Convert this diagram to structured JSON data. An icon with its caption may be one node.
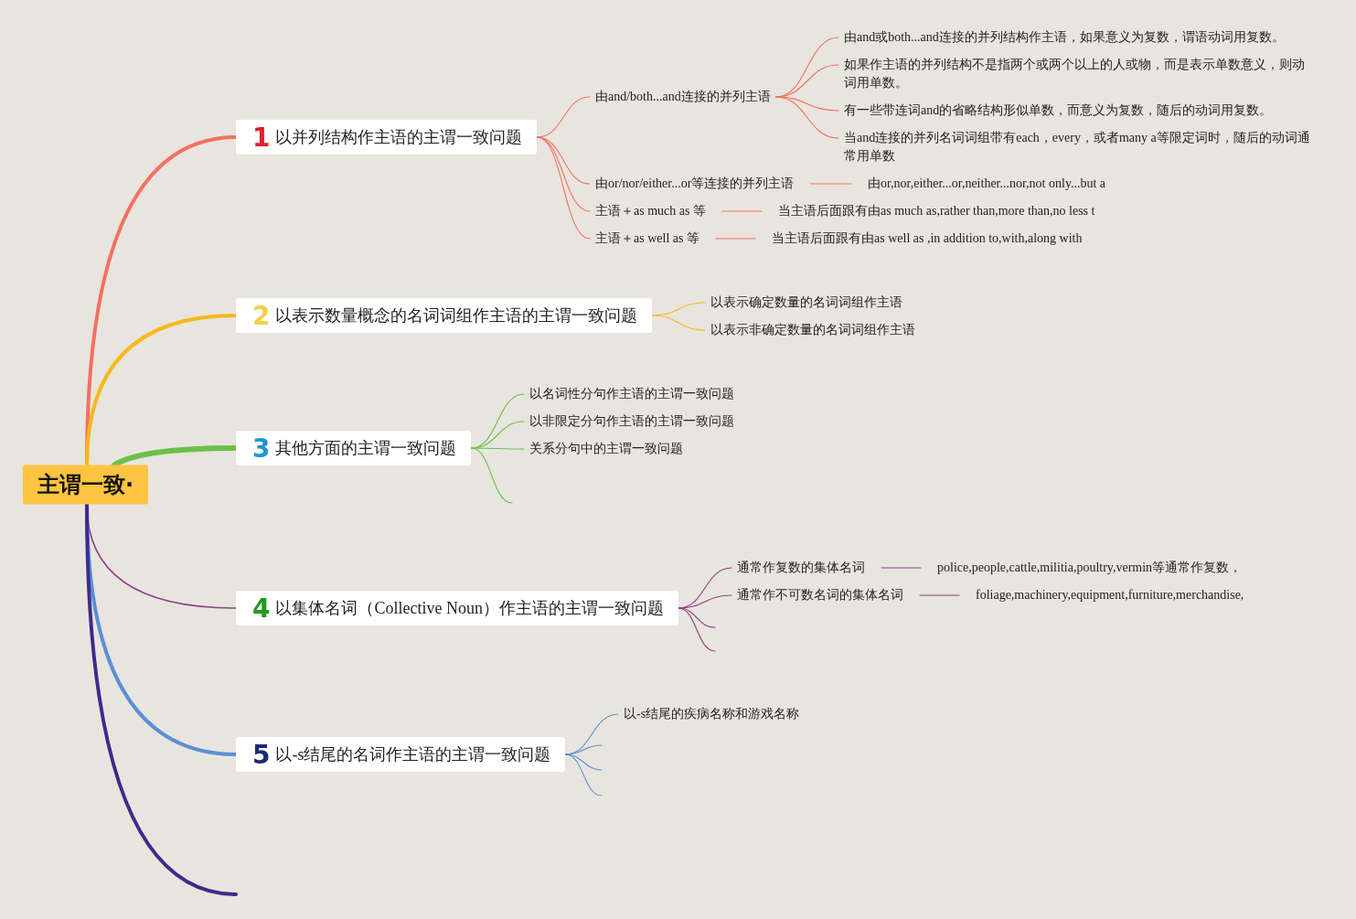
{
  "diagram": {
    "nodes": [
      {
        "text": [
          "主谓一致·"
        ]
      },
      {
        "text": [
          "1",
          "以并列结构作主语的主谓一致问题"
        ]
      },
      {
        "text": [
          "由and/both...and连接的并列主语"
        ]
      },
      {
        "text": [
          "由and或both...and连接的并列结构作主语，如果意义为复数，谓语动词用复数。"
        ]
      },
      {
        "text": [
          "如果作主语的并列结构不是指两个或两个以上的人或物，而是表示单数意义，则动词用单数。"
        ]
      },
      {
        "text": [
          "有一些带连词and的省略结构形似单数，而意义为复数，随后的动词用复数。"
        ]
      },
      {
        "text": [
          "当and连接的并列名词词组带有each，every，或者many a等限定词时，随后的动词通常用单数"
        ]
      },
      {
        "text": [
          "由or/nor/either...or等连接的并列主语"
        ]
      },
      {
        "text": [
          "由or,nor,either...or,neither...nor,not only...but a"
        ]
      },
      {
        "text": [
          "主语＋as much as 等"
        ]
      },
      {
        "text": [
          "当主语后面跟有由as much as,rather than,more than,no less t"
        ]
      },
      {
        "text": [
          "主语＋as well as 等"
        ]
      },
      {
        "text": [
          "当主语后面跟有由as well as ,in addition to,with,along with"
        ]
      },
      {
        "text": [
          "2",
          "以表示数量概念的名词词组作主语的主谓一致问题"
        ]
      },
      {
        "text": [
          "以表示确定数量的名词词组作主语"
        ]
      },
      {
        "text": [
          "以表示非确定数量的名词词组作主语"
        ]
      },
      {
        "text": [
          "3",
          "其他方面的主谓一致问题"
        ]
      },
      {
        "text": [
          "以名词性分句作主语的主谓一致问题"
        ]
      },
      {
        "text": [
          "以非限定分句作主语的主谓一致问题"
        ]
      },
      {
        "text": [
          "关系分句中的主谓一致问题"
        ]
      },
      {
        "text": [
          "4",
          "以集体名词（Collective Noun）作主语的主谓一致问题"
        ]
      },
      {
        "text": [
          "通常作复数的集体名词"
        ]
      },
      {
        "text": [
          "police,people,cattle,militia,poultry,vermin等通常作复数，"
        ]
      },
      {
        "text": [
          "通常作不可数名词的集体名词"
        ]
      },
      {
        "text": [
          "foliage,machinery,equipment,furniture,merchandise,"
        ]
      },
      {
        "text": [
          "5",
          "以-s结尾的名词作主语的主谓一致问题"
        ]
      },
      {
        "text": [
          "以-s结尾的疾病名称和游戏名称"
        ]
      }
    ],
    "edges": [
      {
        "from": 0,
        "to": 1,
        "arrow": "none",
        "style": "thick",
        "color": "#f4705f"
      },
      {
        "from": 0,
        "to": 13,
        "arrow": "none",
        "style": "thick",
        "color": "#f8b81c"
      },
      {
        "from": 0,
        "to": 16,
        "arrow": "none",
        "style": "thick",
        "color": "#6cc04a"
      },
      {
        "from": 0,
        "to": 20,
        "arrow": "none",
        "color": "#8e3f86"
      },
      {
        "from": 0,
        "to": 25,
        "arrow": "none",
        "style": "thick",
        "color": "#5a8fd6"
      },
      {
        "from": 0,
        "to": null,
        "arrow": "none",
        "style": "thick",
        "color": "#3d2a8c"
      },
      {
        "from": 1,
        "to": 2,
        "arrow": "none",
        "color": "#f4705f"
      },
      {
        "from": 2,
        "to": 3,
        "arrow": "none",
        "color": "#f4705f"
      },
      {
        "from": 2,
        "to": 4,
        "arrow": "none",
        "color": "#f4705f"
      },
      {
        "from": 2,
        "to": 5,
        "arrow": "none",
        "color": "#f4705f"
      },
      {
        "from": 2,
        "to": 6,
        "arrow": "none",
        "color": "#f4705f"
      },
      {
        "from": 1,
        "to": 7,
        "arrow": "none",
        "color": "#f4705f"
      },
      {
        "from": 7,
        "to": 8,
        "arrow": "none",
        "color": "#f4705f"
      },
      {
        "from": 1,
        "to": 9,
        "arrow": "none",
        "color": "#f4705f"
      },
      {
        "from": 9,
        "to": 10,
        "arrow": "none",
        "color": "#f4705f"
      },
      {
        "from": 1,
        "to": 11,
        "arrow": "none",
        "color": "#f4705f"
      },
      {
        "from": 11,
        "to": 12,
        "arrow": "none",
        "color": "#f4705f"
      },
      {
        "from": 13,
        "to": 14,
        "arrow": "none",
        "color": "#f8b81c"
      },
      {
        "from": 13,
        "to": 15,
        "arrow": "none",
        "color": "#f8b81c"
      },
      {
        "from": 16,
        "to": 17,
        "arrow": "none",
        "color": "#6cc04a"
      },
      {
        "from": 16,
        "to": 18,
        "arrow": "none",
        "color": "#6cc04a"
      },
      {
        "from": 16,
        "to": 19,
        "arrow": "none",
        "color": "#6cc04a"
      },
      {
        "from": 16,
        "to": null,
        "arrow": "none",
        "color": "#6cc04a"
      },
      {
        "from": 20,
        "to": 21,
        "arrow": "none",
        "color": "#8e3f86"
      },
      {
        "from": 21,
        "to": 22,
        "arrow": "none",
        "color": "#8e3f86"
      },
      {
        "from": 20,
        "to": 23,
        "arrow": "none",
        "color": "#8e3f86"
      },
      {
        "from": 23,
        "to": 24,
        "arrow": "none",
        "color": "#8e3f86"
      },
      {
        "from": 20,
        "to": null,
        "arrow": "none",
        "color": "#8e3f86"
      },
      {
        "from": 20,
        "to": null,
        "arrow": "none",
        "color": "#8e3f86"
      },
      {
        "from": 25,
        "to": 26,
        "arrow": "none",
        "color": "#5a8fd6"
      },
      {
        "from": 25,
        "to": null,
        "arrow": "none",
        "color": "#5a8fd6"
      },
      {
        "from": 25,
        "to": null,
        "arrow": "none",
        "color": "#5a8fd6"
      },
      {
        "from": 25,
        "to": null,
        "arrow": "none",
        "color": "#5a8fd6"
      }
    ]
  }
}
